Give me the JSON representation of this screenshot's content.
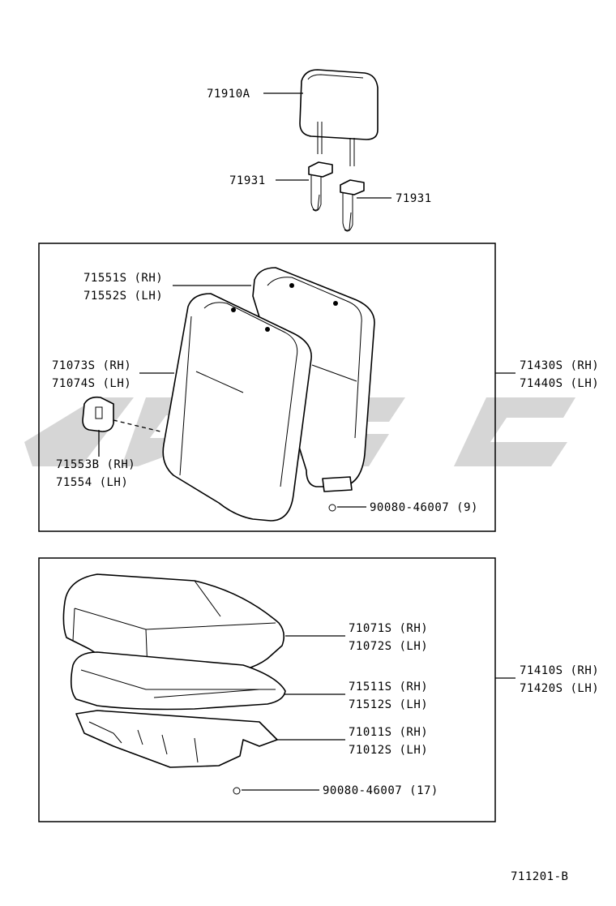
{
  "diagram_code": "711201-B",
  "headrest": {
    "part": "71910A",
    "support_left": "71931",
    "support_right": "71931"
  },
  "seatback_group": {
    "assembly": [
      "71430S (RH)",
      "71440S (LH)"
    ],
    "back_cover": [
      "71551S (RH)",
      "71552S (LH)"
    ],
    "back_cushion": [
      "71073S (RH)",
      "71074S (LH)"
    ],
    "knob_cover": [
      "71553B (RH)",
      "71554  (LH)"
    ],
    "clip": "90080-46007 (9)"
  },
  "cushion_group": {
    "assembly": [
      "71410S (RH)",
      "71420S (LH)"
    ],
    "cushion_cover": [
      "71071S (RH)",
      "71072S (LH)"
    ],
    "cushion_pad": [
      "71511S (RH)",
      "71512S (LH)"
    ],
    "cushion_frame": [
      "71011S (RH)",
      "71012S (LH)"
    ],
    "clip": "90080-46007 (17)"
  }
}
